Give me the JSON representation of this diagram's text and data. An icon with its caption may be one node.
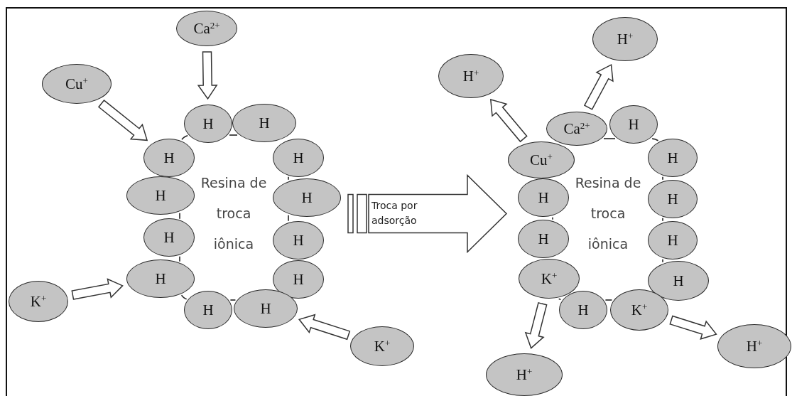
{
  "diagram": {
    "nodes": [
      {
        "text": [
          "Ca$^{2+}$"
        ]
      },
      {
        "text": [
          "Cu$^{+}$"
        ]
      },
      {
        "text": [
          "Resina de troca iônica"
        ]
      },
      {
        "text": [
          "H"
        ]
      },
      {
        "text": [
          "H"
        ]
      },
      {
        "text": [
          "H"
        ]
      },
      {
        "text": [
          "H"
        ]
      },
      {
        "text": [
          "H"
        ]
      },
      {
        "text": [
          "H"
        ]
      },
      {
        "text": [
          "H"
        ]
      },
      {
        "text": [
          "H"
        ]
      },
      {
        "text": [
          "H"
        ]
      },
      {
        "text": [
          "H"
        ]
      },
      {
        "text": [
          "H"
        ]
      },
      {
        "text": [
          "H"
        ]
      },
      {
        "text": [
          "K$^{+}$"
        ]
      },
      {
        "text": [
          "K$^{+}$"
        ]
      },
      {
        "text": [
          "H$^{+}$"
        ]
      },
      {
        "text": [
          "H$^{+}$"
        ]
      },
      {
        "text": [
          "Resina de troca iônica"
        ]
      },
      {
        "text": [
          "Ca$^{2+}$"
        ]
      },
      {
        "text": [
          "H"
        ]
      },
      {
        "text": [
          "Cu$^{+}$"
        ]
      },
      {
        "text": [
          "H"
        ]
      },
      {
        "text": [
          "H"
        ]
      },
      {
        "text": [
          "H"
        ]
      },
      {
        "text": [
          "H"
        ]
      },
      {
        "text": [
          "H"
        ]
      },
      {
        "text": [
          "K$^{+}$"
        ]
      },
      {
        "text": [
          "H"
        ]
      },
      {
        "text": [
          "H"
        ]
      },
      {
        "text": [
          "K$^{+}$"
        ]
      },
      {
        "text": [
          "H$^{+}$"
        ]
      },
      {
        "text": [
          "H$^{+}$"
        ]
      }
    ],
    "edges": [
      {
        "from": 0,
        "to": 3,
        "arrow": "to"
      },
      {
        "from": 1,
        "to": 5,
        "arrow": "to"
      },
      {
        "from": 15,
        "to": 11,
        "arrow": "to"
      },
      {
        "from": 16,
        "to": 14,
        "arrow": "to"
      },
      {
        "from": 2,
        "to": 19,
        "arrow": "to",
        "label": "Troca por adsorção"
      },
      {
        "from": 22,
        "to": 18,
        "arrow": "to"
      },
      {
        "from": 20,
        "to": 17,
        "arrow": "to"
      },
      {
        "from": 28,
        "to": 33,
        "arrow": "to"
      },
      {
        "from": 31,
        "to": 32,
        "arrow": "to"
      }
    ]
  }
}
